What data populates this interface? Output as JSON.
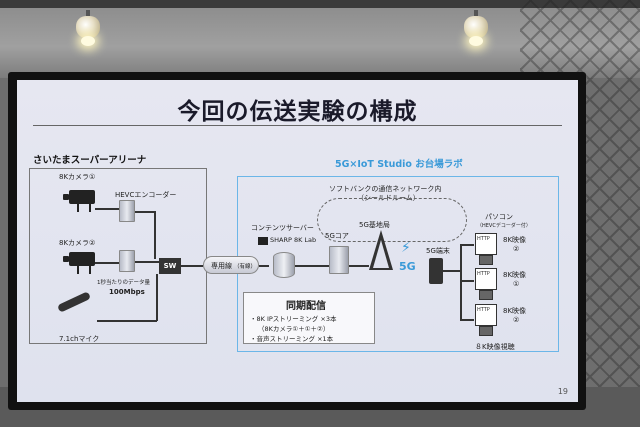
{
  "slide": {
    "title": "今回の伝送実験の構成",
    "page_number": "19",
    "left_venue": "さいたまスーパーアリーナ",
    "right_venue": "5G×IoT Studio お台場ラボ",
    "left": {
      "camera1": "8Kカメラ①",
      "camera2": "8Kカメラ②",
      "encoder": "HEVCエンコーダー",
      "data_rate_label": "1秒当たりのデータ量",
      "data_rate": "100Mbps",
      "switch": "SW",
      "mic": "7.1chマイク"
    },
    "link": {
      "label": "専用線",
      "sub": "（有線）"
    },
    "right": {
      "server_label": "コンテンツサーバー",
      "sharp": "SHARP 8K Lab",
      "core": "5Gコア",
      "network_label": "ソフトバンクの通信ネットワーク内",
      "network_sub": "（シールドルーム）",
      "base_station": "5G基地局",
      "five_g": "5G",
      "terminal": "5G端末",
      "pc_label": "パソコン",
      "pc_sub": "（HEVCデコーダー付）",
      "pc_http": "HTTP",
      "video1": "8K映像",
      "video1_num": "②",
      "video2": "8K映像",
      "video2_num": "①",
      "video3": "8K映像",
      "video3_num": "②",
      "viewing": "８K映像視聴"
    },
    "callout": {
      "title": "同期配信",
      "line1": "・8K IPストリーミング ×3本",
      "line2": "（8Kカメラ①＋①＋②）",
      "line3": "・音声ストリーミング ×1本"
    }
  }
}
